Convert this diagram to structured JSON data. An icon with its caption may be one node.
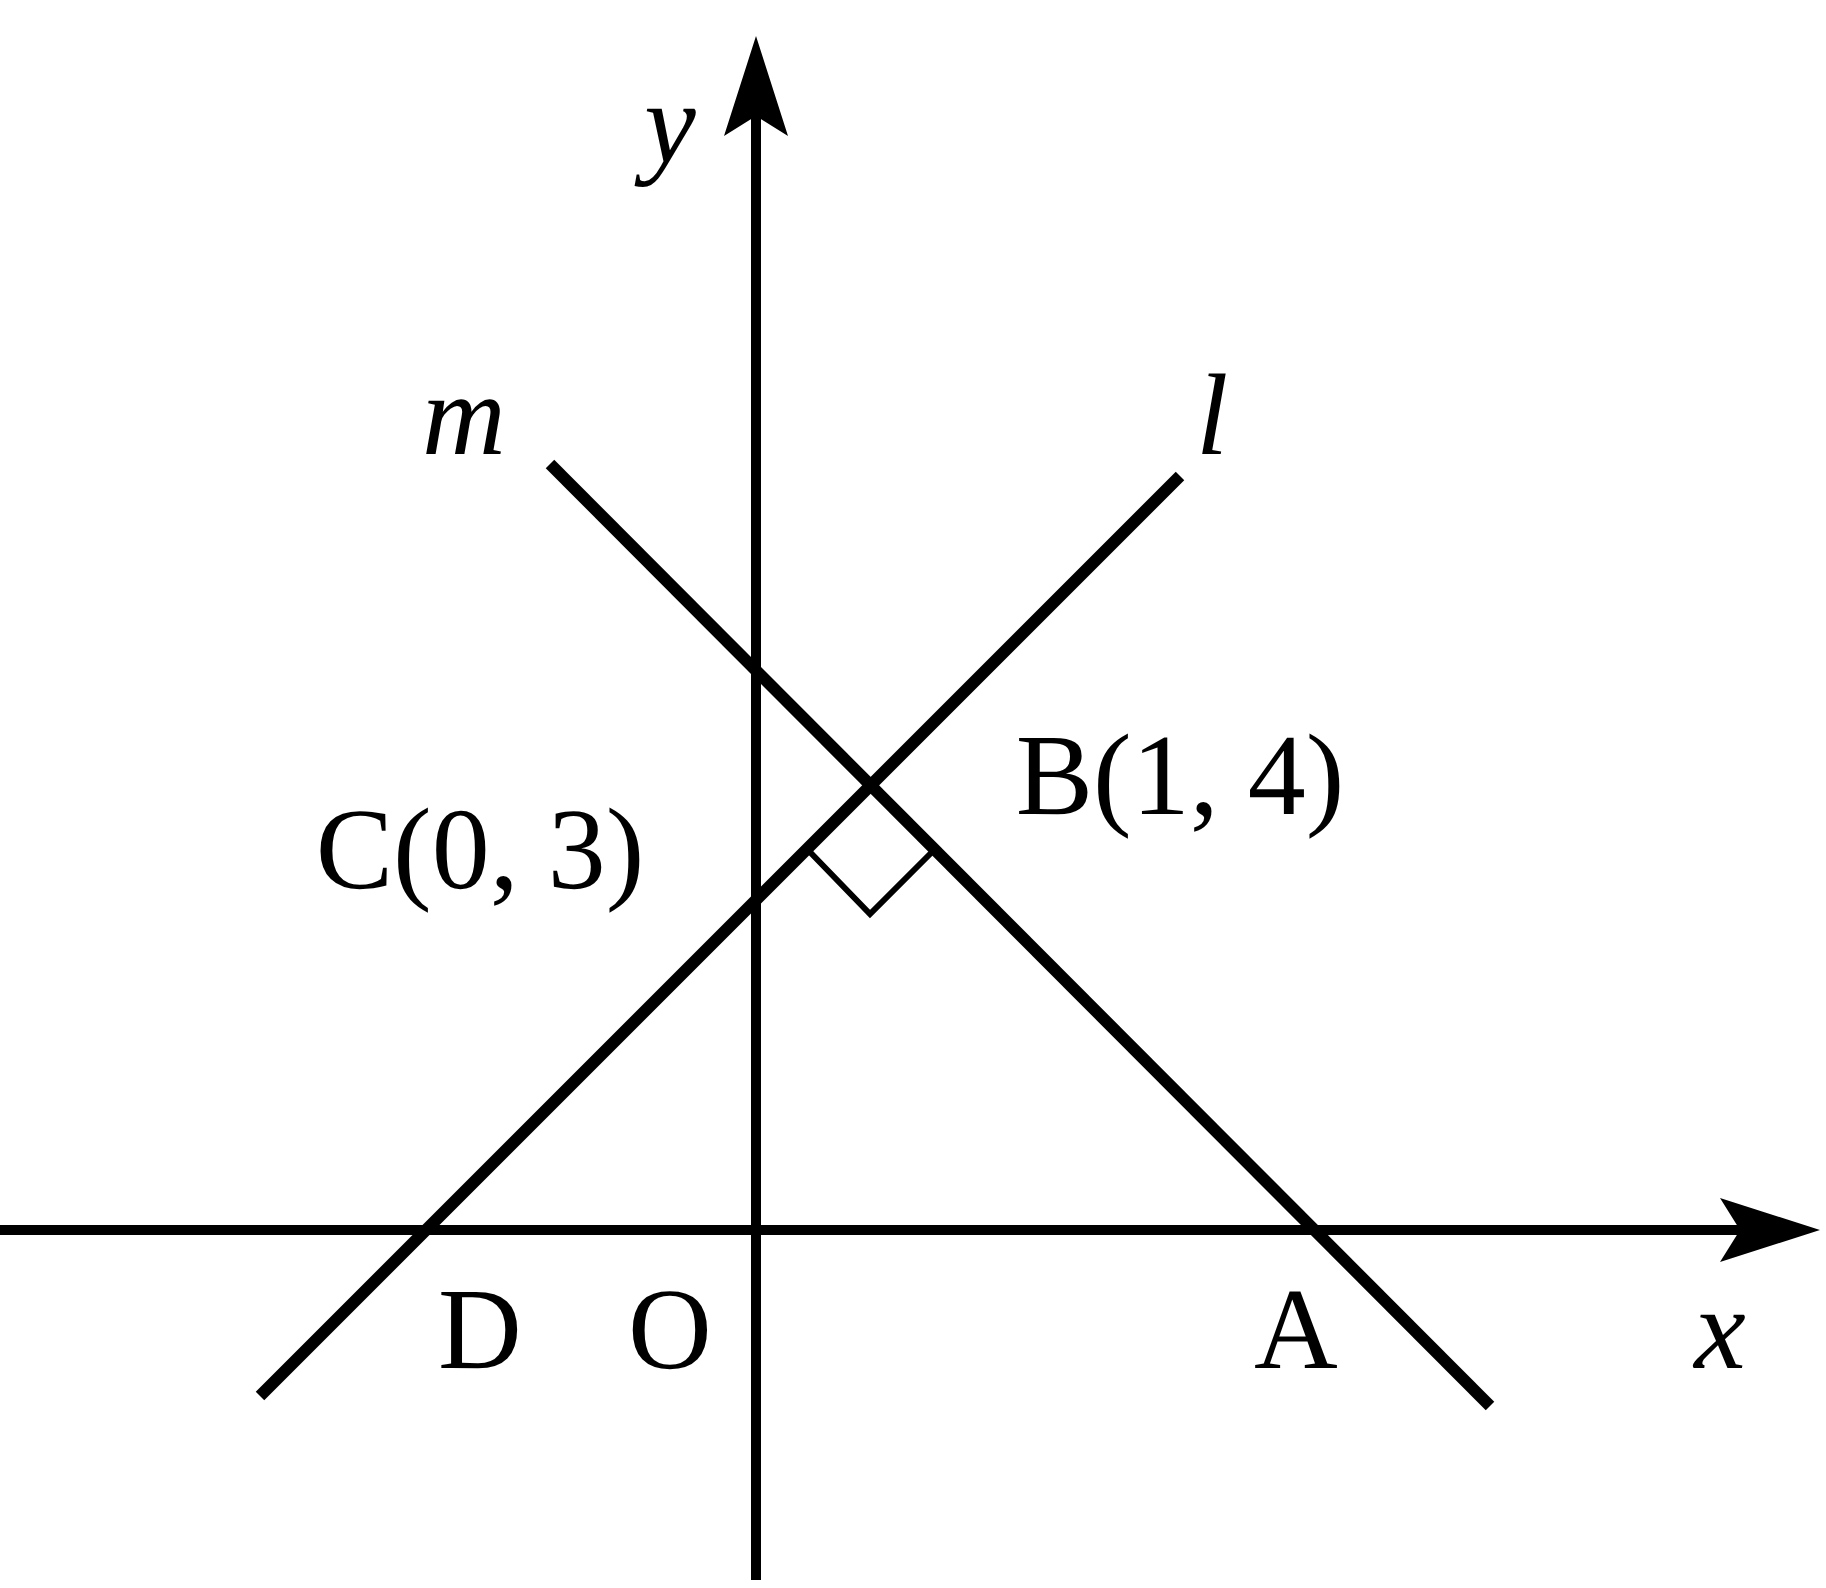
{
  "diagram": {
    "labels": [
      "y",
      "m",
      "l",
      "B(1, 4)",
      "C(0, 3)",
      "D",
      "O",
      "A",
      "x"
    ]
  }
}
